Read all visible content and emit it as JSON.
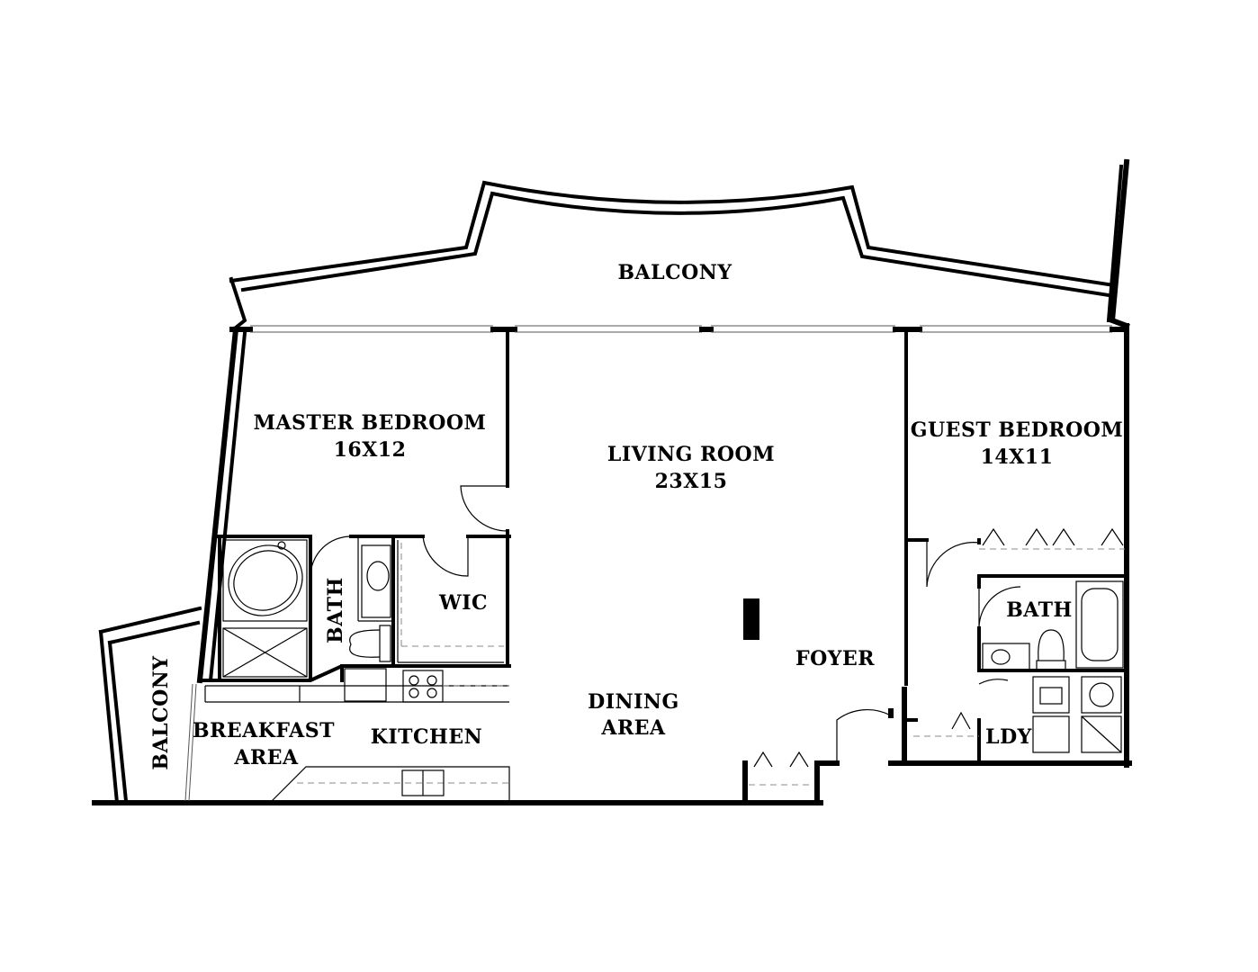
{
  "rooms": {
    "balcony_top": {
      "name": "BALCONY"
    },
    "balcony_left": {
      "name": "BALCONY"
    },
    "master_bedroom": {
      "name": "MASTER BEDROOM",
      "size": "16X12"
    },
    "living_room": {
      "name": "LIVING ROOM",
      "size": "23X15"
    },
    "guest_bedroom": {
      "name": "GUEST BEDROOM",
      "size": "14X11"
    },
    "master_bath": {
      "name": "BATH"
    },
    "wic": {
      "name": "WIC"
    },
    "guest_bath": {
      "name": "BATH"
    },
    "foyer": {
      "name": "FOYER"
    },
    "dining_area": {
      "name": "DINING",
      "name_line2": "AREA"
    },
    "breakfast_area": {
      "name": "BREAKFAST",
      "name_line2": "AREA"
    },
    "kitchen": {
      "name": "KITCHEN"
    },
    "laundry": {
      "name": "LDY"
    }
  }
}
